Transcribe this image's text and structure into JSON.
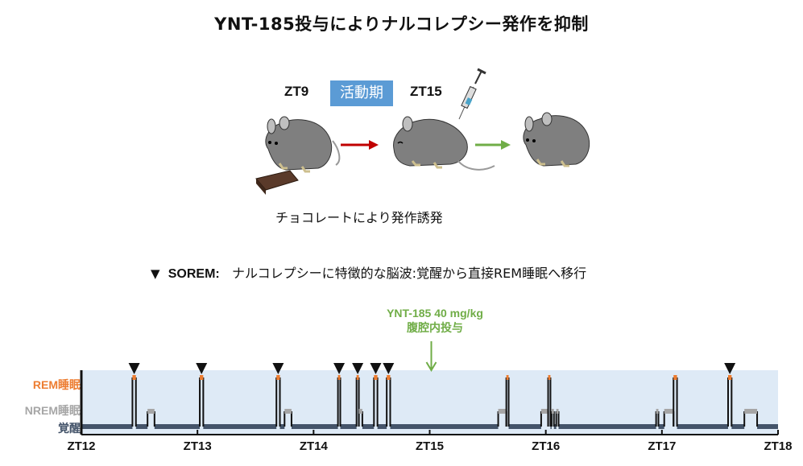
{
  "title": "YNT-185投与によりナルコレプシー発作を抑制",
  "protocol": {
    "start_label": "ZT9",
    "phase_label": "活動期",
    "injection_label": "ZT15",
    "caption": "チョコレートにより発作誘発",
    "phase_color": "#5b9bd5",
    "arrow1_color": "#c00000",
    "arrow2_color": "#70ad47"
  },
  "legend": {
    "marker": "▼",
    "term": "SOREM:",
    "description": "ナルコレプシーに特徴的な脳波:覚醒から直接REM睡眠へ移行"
  },
  "annotation": {
    "line1": "YNT-185  40 mg/kg",
    "line2": "腹腔内投与",
    "time_zt": 15.0,
    "color": "#70ad47"
  },
  "chart_data": {
    "type": "line",
    "subtype": "hypnogram",
    "xlabel": "",
    "ylabel": "",
    "xlim": [
      12,
      18
    ],
    "x_ticks": [
      12,
      13,
      14,
      15,
      16,
      17,
      18
    ],
    "x_tick_labels": [
      "ZT12",
      "ZT13",
      "ZT14",
      "ZT15",
      "ZT16",
      "ZT17",
      "ZT18"
    ],
    "y_levels": [
      {
        "name": "REM睡眠",
        "color": "#ed7d31"
      },
      {
        "name": "NREM睡眠",
        "color": "#a6a6a6"
      },
      {
        "name": "覚醒",
        "color": "#44546a"
      }
    ],
    "episodes": [
      {
        "state": "REM",
        "start": 12.44,
        "end": 12.47,
        "sorem": true
      },
      {
        "state": "NREM",
        "start": 12.57,
        "end": 12.63
      },
      {
        "state": "REM",
        "start": 13.02,
        "end": 13.05,
        "sorem": true
      },
      {
        "state": "REM",
        "start": 13.68,
        "end": 13.71,
        "sorem": true
      },
      {
        "state": "NREM",
        "start": 13.75,
        "end": 13.81
      },
      {
        "state": "REM",
        "start": 14.21,
        "end": 14.23,
        "sorem": true
      },
      {
        "state": "REM",
        "start": 14.37,
        "end": 14.39,
        "sorem": true
      },
      {
        "state": "NREM",
        "start": 14.39,
        "end": 14.42
      },
      {
        "state": "REM",
        "start": 14.52,
        "end": 14.55,
        "sorem": true
      },
      {
        "state": "REM",
        "start": 14.63,
        "end": 14.66,
        "sorem": true
      },
      {
        "state": "NREM",
        "start": 15.59,
        "end": 15.66
      },
      {
        "state": "REM",
        "start": 15.66,
        "end": 15.68
      },
      {
        "state": "NREM",
        "start": 15.96,
        "end": 16.02
      },
      {
        "state": "REM",
        "start": 16.02,
        "end": 16.04
      },
      {
        "state": "NREM",
        "start": 16.05,
        "end": 16.07
      },
      {
        "state": "NREM",
        "start": 16.09,
        "end": 16.11
      },
      {
        "state": "NREM",
        "start": 16.95,
        "end": 16.97
      },
      {
        "state": "NREM",
        "start": 17.02,
        "end": 17.1
      },
      {
        "state": "REM",
        "start": 17.1,
        "end": 17.13
      },
      {
        "state": "REM",
        "start": 17.57,
        "end": 17.6,
        "sorem": true
      },
      {
        "state": "NREM",
        "start": 17.71,
        "end": 17.82
      }
    ],
    "background_color": "#deeaf6"
  }
}
